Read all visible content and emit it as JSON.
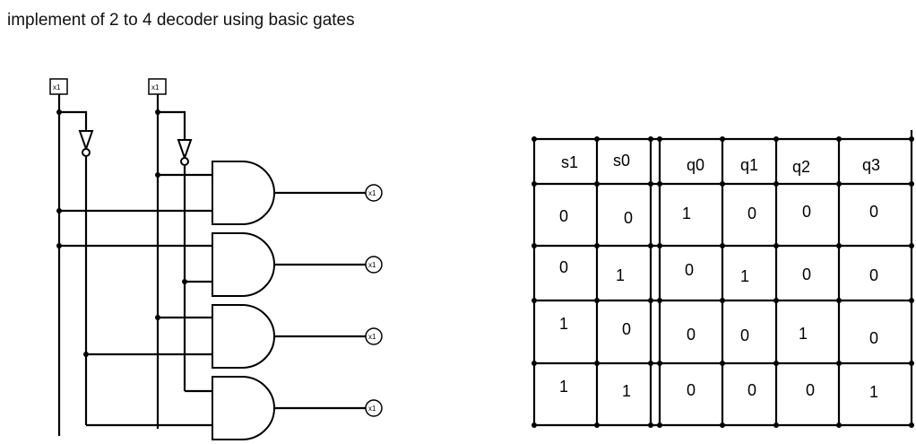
{
  "title": "implement of 2 to 4 decoder using basic gates",
  "inputs": [
    {
      "label": "x1"
    },
    {
      "label": "x1"
    }
  ],
  "outputs": [
    {
      "label": "x1"
    },
    {
      "label": "x1"
    },
    {
      "label": "x1"
    },
    {
      "label": "x1"
    }
  ],
  "truth_table": {
    "headers": [
      "s1",
      "s0",
      "q0",
      "q1",
      "q2",
      "q3"
    ],
    "rows": [
      [
        "0",
        "0",
        "1",
        "0",
        "0",
        "0"
      ],
      [
        "0",
        "1",
        "0",
        "1",
        "0",
        "0"
      ],
      [
        "1",
        "0",
        "0",
        "0",
        "1",
        "0"
      ],
      [
        "1",
        "1",
        "0",
        "0",
        "0",
        "1"
      ]
    ]
  }
}
